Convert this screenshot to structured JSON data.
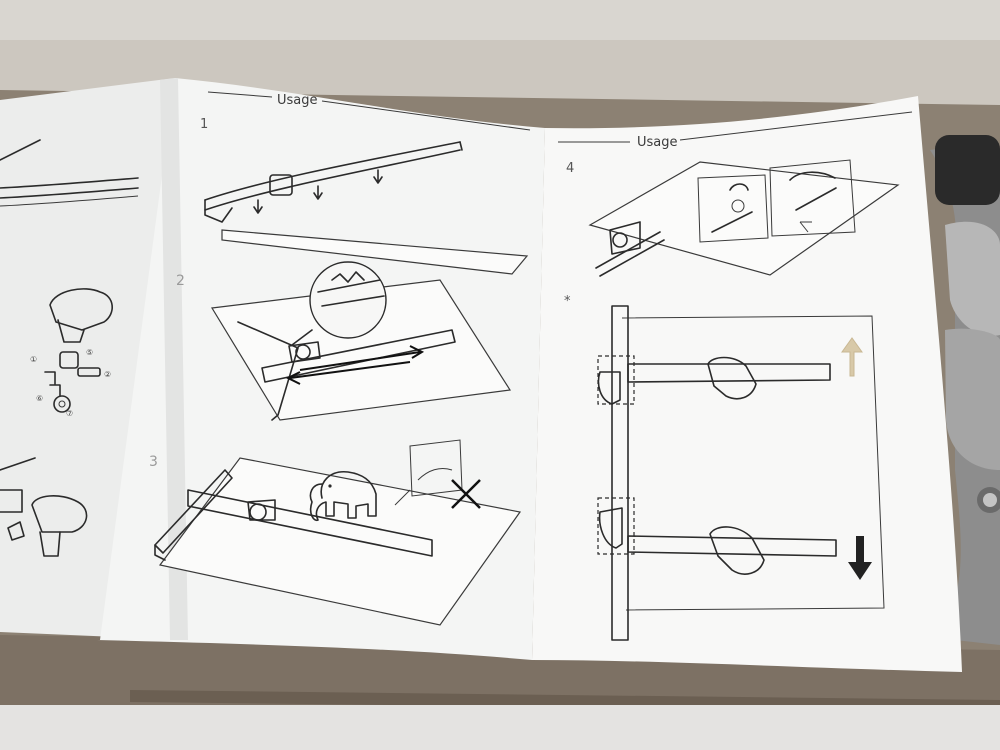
{
  "left_page": {
    "header": "Usage",
    "steps": [
      {
        "number": "1"
      },
      {
        "number": "2"
      },
      {
        "number": "3"
      }
    ]
  },
  "right_page": {
    "header": "Usage",
    "steps": [
      {
        "number": "4"
      },
      {
        "number": "*"
      }
    ]
  },
  "parts_callouts": [
    "①",
    "⑤",
    "②",
    "⑥",
    "⑦"
  ],
  "colors": {
    "paper": "#f3f3f1",
    "cardboard": "#8c8173",
    "line_art": "#2b2b2b",
    "arrow_up": "#d8c9a8",
    "arrow_down": "#222222"
  }
}
